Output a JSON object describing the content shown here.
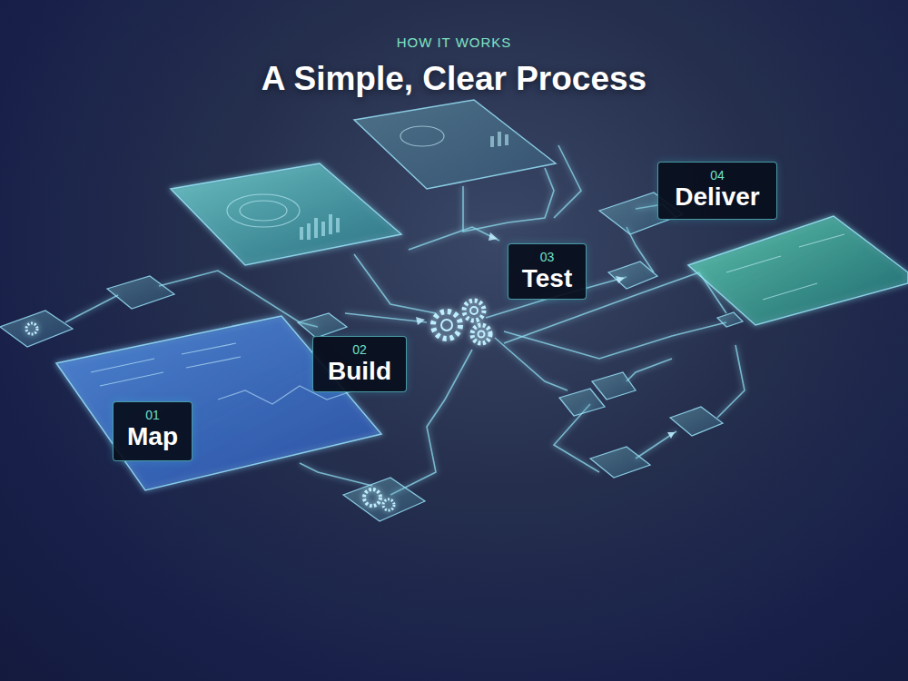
{
  "diagram": {
    "title": "A Simple, Clear Process",
    "nodes": [
      {
        "text": [
          "01",
          "Map"
        ]
      },
      {
        "text": [
          "02",
          "Build"
        ]
      },
      {
        "text": [
          "03",
          "Test"
        ]
      },
      {
        "text": [
          "04",
          "Deliver"
        ]
      }
    ],
    "labels": [
      "HOW IT WORKS"
    ]
  }
}
